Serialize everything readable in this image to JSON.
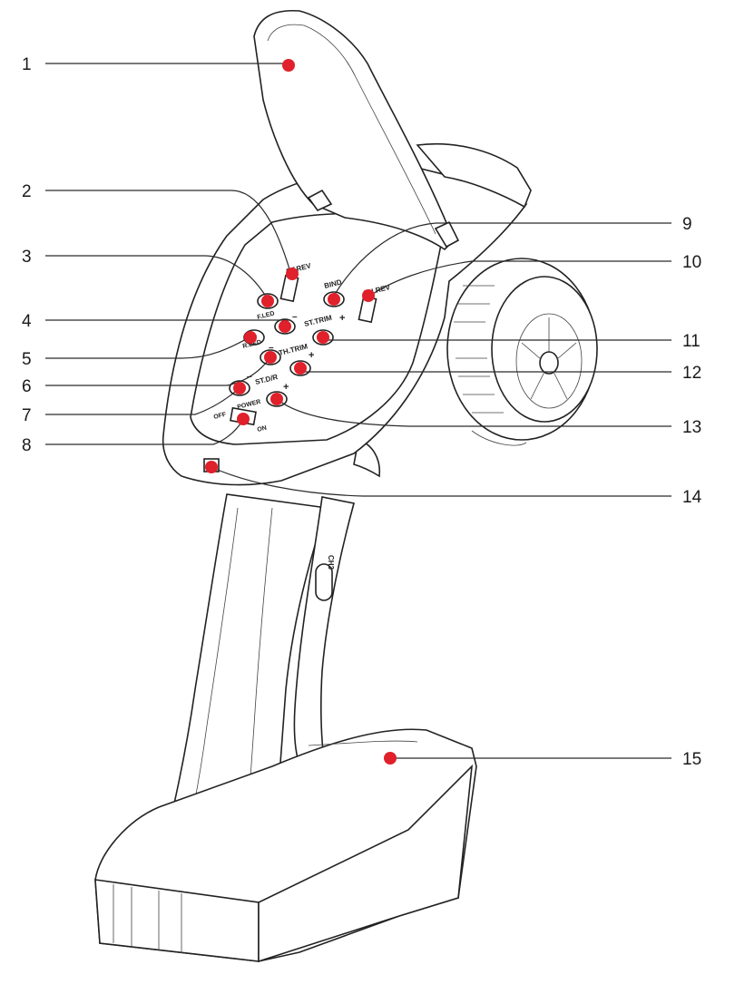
{
  "colors": {
    "marker": "#e0202a",
    "line": "#2b2b2b",
    "background": "#ffffff"
  },
  "panel_labels": {
    "st_rev": "ST.REV",
    "th_rev": "TH.REV",
    "bind": "BIND",
    "f_led": "F.LED",
    "r_led": "R.LED",
    "st_trim": "ST.TRIM",
    "th_trim": "TH.TRIM",
    "st_dr": "ST.D/R",
    "power": "POWER",
    "off": "OFF",
    "on": "ON",
    "minus": "–",
    "plus": "+",
    "ch3": "CH3"
  },
  "callouts": [
    {
      "number": "1"
    },
    {
      "number": "2"
    },
    {
      "number": "3"
    },
    {
      "number": "4"
    },
    {
      "number": "5"
    },
    {
      "number": "6"
    },
    {
      "number": "7"
    },
    {
      "number": "8"
    },
    {
      "number": "9"
    },
    {
      "number": "10"
    },
    {
      "number": "11"
    },
    {
      "number": "12"
    },
    {
      "number": "13"
    },
    {
      "number": "14"
    },
    {
      "number": "15"
    }
  ]
}
